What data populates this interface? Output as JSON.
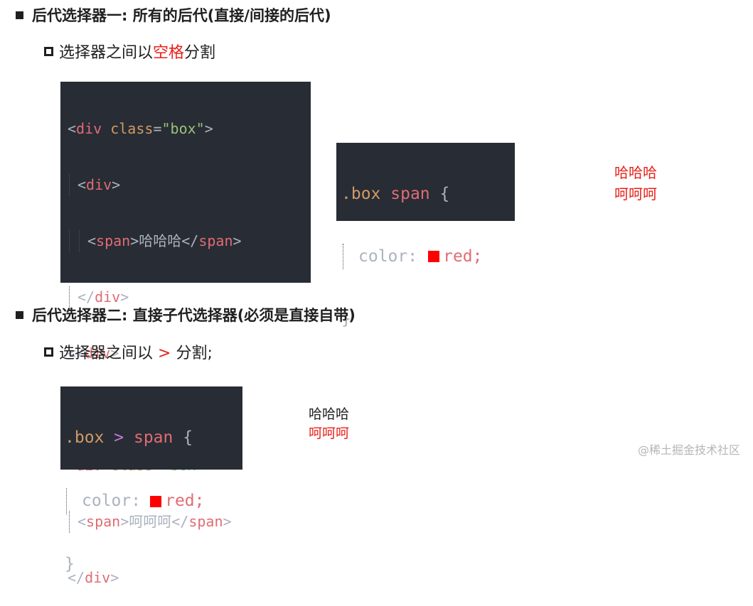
{
  "section1": {
    "heading": "后代选择器一: 所有的后代(直接/间接的后代)",
    "sub_prefix": "选择器之间以",
    "sub_highlight": "空格",
    "sub_suffix": "分割",
    "html_code": {
      "l1_open": "<",
      "l1_tag": "div",
      "l1_attr": "class",
      "l1_eq": "=",
      "l1_str": "\"box\"",
      "l1_close": ">",
      "l2_open": "<",
      "l2_tag": "div",
      "l2_close": ">",
      "l3_open": "<",
      "l3_tag": "span",
      "l3_mid": ">哈哈哈</",
      "l3_tag2": "span",
      "l3_close": ">",
      "l4_open": "</",
      "l4_tag": "div",
      "l4_close": ">",
      "l5_open": "</",
      "l5_tag": "div",
      "l5_close": ">",
      "l7_open": "<",
      "l7_tag": "div",
      "l7_attr": "class",
      "l7_eq": "=",
      "l7_str": "\"box\"",
      "l7_close": ">",
      "l8_open": "<",
      "l8_tag": "span",
      "l8_mid": ">呵呵呵</",
      "l8_tag2": "span",
      "l8_close": ">",
      "l9_open": "</",
      "l9_tag": "div",
      "l9_close": ">"
    },
    "css_code": {
      "selector_class": ".box",
      "selector_tag": "span",
      "brace_open": "{",
      "prop": "color:",
      "value": "red;",
      "brace_close": "}"
    },
    "result": [
      "哈哈哈",
      "呵呵呵"
    ]
  },
  "section2": {
    "heading": "后代选择器二: 直接子代选择器(必须是直接自带)",
    "sub_prefix": "选择器之间以",
    "sub_highlight": ">",
    "sub_suffix": "分割;",
    "css_code": {
      "selector_class": ".box",
      "combinator": ">",
      "selector_tag": "span",
      "brace_open": "{",
      "prop": "color:",
      "value": "red;",
      "brace_close": "}"
    },
    "result": [
      "哈哈哈",
      "呵呵呵"
    ]
  },
  "watermark": "@稀土掘金技术社区",
  "colors": {
    "accent_red": "#e8201a",
    "code_bg": "#282c34",
    "swatch": "#ff0000"
  }
}
